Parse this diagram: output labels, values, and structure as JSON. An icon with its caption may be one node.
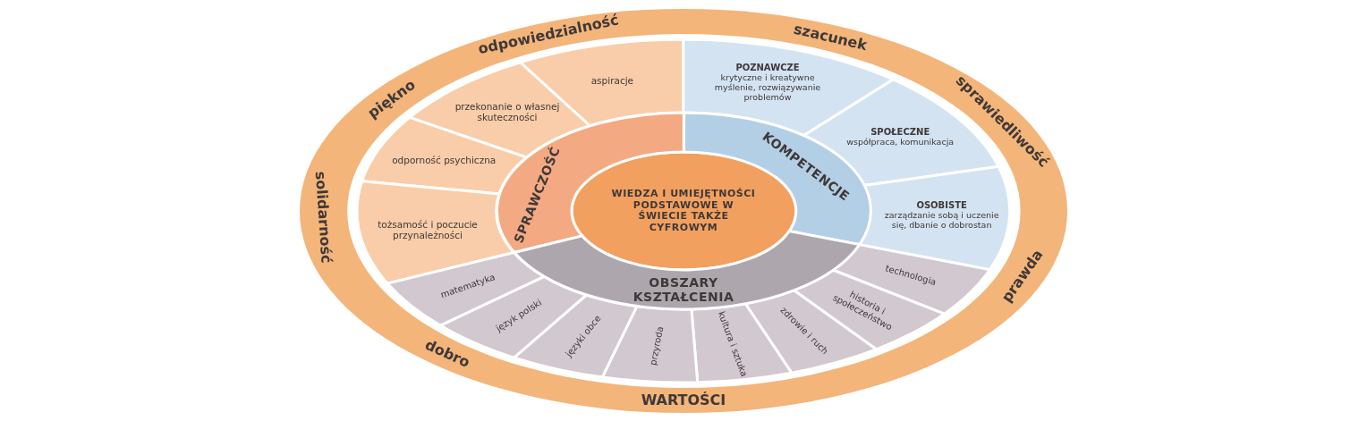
{
  "diagram": {
    "nodes": [
      {
        "text": [
          "odpowiedzialność",
          "szacunek",
          "sprawiedliwość",
          "prawda",
          "WARTOŚCI",
          "dobro",
          "solidarność",
          "piękno"
        ]
      },
      {
        "text": [
          "WIEDZA I UMIEJĘTNOŚCI PODSTAWOWE W ŚWIECIE TAKŻE CYFROWYM"
        ],
        "in": 0
      },
      {
        "text": [
          "SPRAWCZOŚĆ"
        ],
        "in": 0
      },
      {
        "text": [
          "KOMPETENCJE"
        ],
        "in": 0
      },
      {
        "text": [
          "OBSZARY KSZTAŁCENIA"
        ],
        "in": 0
      },
      {
        "text": [
          "aspiracje"
        ],
        "in": 0
      },
      {
        "text": [
          "przekonanie o własnej skuteczności"
        ],
        "in": 0
      },
      {
        "text": [
          "odporność psychiczna"
        ],
        "in": 0
      },
      {
        "text": [
          "tożsamość i poczucie przynależności"
        ],
        "in": 0
      },
      {
        "text": [
          "POZNAWCZE",
          "krytyczne i kreatywne myślenie, rozwiązywanie problemów"
        ],
        "in": 0
      },
      {
        "text": [
          "SPOŁECZNE",
          "współpraca, komunikacja"
        ],
        "in": 0
      },
      {
        "text": [
          "OSOBISTE",
          "zarządzanie sobą i uczenie się, dbanie o dobrostan"
        ],
        "in": 0
      },
      {
        "text": [
          "technologia"
        ],
        "in": 0
      },
      {
        "text": [
          "historia i społeczeństwo"
        ],
        "in": 0
      },
      {
        "text": [
          "zdrowie i ruch"
        ],
        "in": 0
      },
      {
        "text": [
          "kultura i sztuka"
        ],
        "in": 0
      },
      {
        "text": [
          "przyroda"
        ],
        "in": 0
      },
      {
        "text": [
          "języki obce"
        ],
        "in": 0
      },
      {
        "text": [
          "język polski"
        ],
        "in": 0
      },
      {
        "text": [
          "matematyka"
        ],
        "in": 0
      }
    ]
  }
}
